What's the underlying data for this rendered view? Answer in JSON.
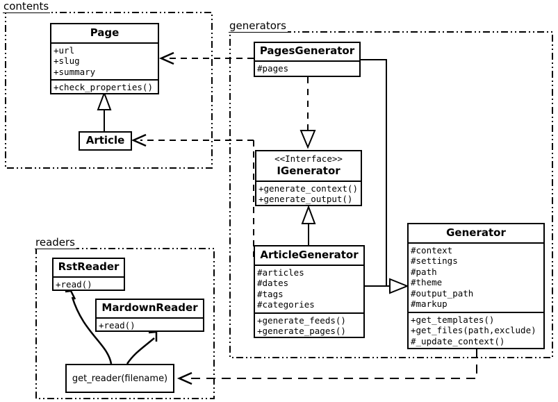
{
  "diagram": {
    "type": "uml-class-diagram",
    "packages": [
      {
        "id": "contents",
        "label": "contents"
      },
      {
        "id": "generators",
        "label": "generators"
      },
      {
        "id": "readers",
        "label": "readers"
      }
    ],
    "classes": {
      "page": {
        "name": "Page",
        "attributes": [
          "+url",
          "+slug",
          "+summary"
        ],
        "methods": [
          "+check_properties()"
        ]
      },
      "article": {
        "name": "Article",
        "attributes": [],
        "methods": []
      },
      "pages_generator": {
        "name": "PagesGenerator",
        "attributes": [
          "#pages"
        ],
        "methods": []
      },
      "igenerator": {
        "stereotype": "<<Interface>>",
        "name": "IGenerator",
        "attributes": [],
        "methods": [
          "+generate_context()",
          "+generate_output()"
        ]
      },
      "article_generator": {
        "name": "ArticleGenerator",
        "attributes": [
          "#articles",
          "#dates",
          "#tags",
          "#categories"
        ],
        "methods": [
          "+generate_feeds()",
          "+generate_pages()"
        ]
      },
      "generator": {
        "name": "Generator",
        "attributes": [
          "#context",
          "#settings",
          "#path",
          "#theme",
          "#output_path",
          "#markup"
        ],
        "methods": [
          "+get_templates()",
          "+get_files(path,exclude)",
          "#_update_context()"
        ]
      },
      "rst_reader": {
        "name": "RstReader",
        "attributes": [],
        "methods": [
          "+read()"
        ]
      },
      "mardown_reader": {
        "name": "MardownReader",
        "attributes": [],
        "methods": [
          "+read()"
        ]
      }
    },
    "functions": {
      "get_reader": {
        "label": "get_reader(filename)"
      }
    },
    "colors": {
      "stroke": "#000000",
      "fill": "#ffffff"
    }
  }
}
